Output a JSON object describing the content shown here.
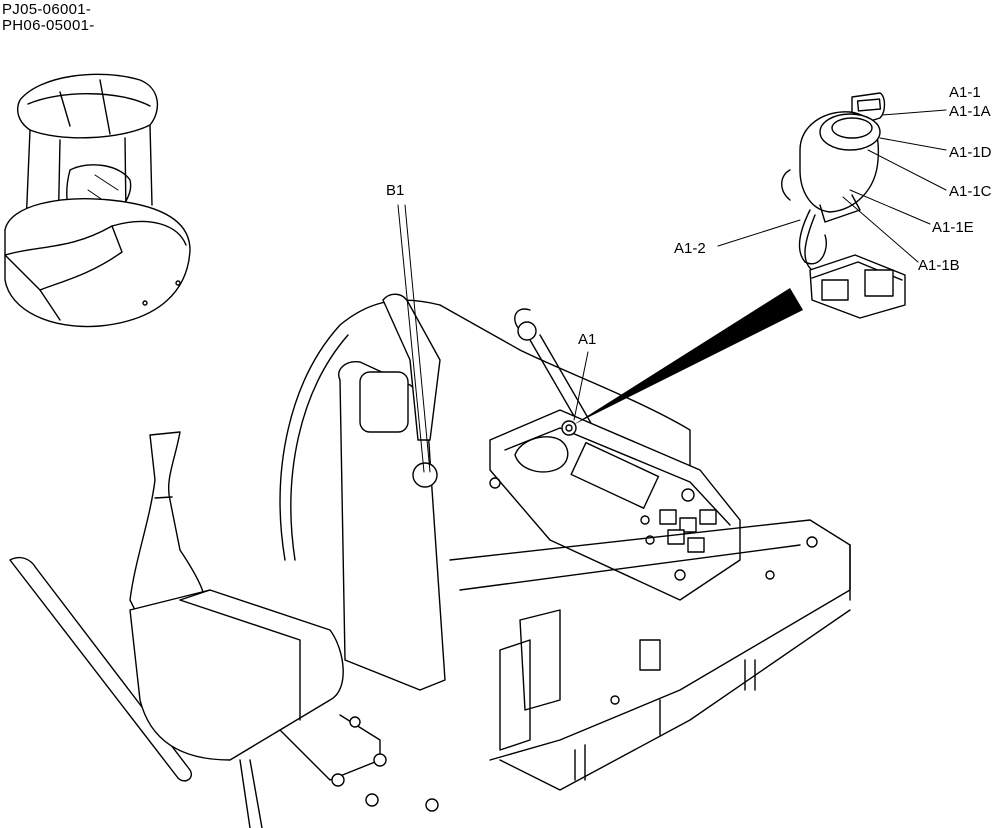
{
  "header": {
    "serial_lines": [
      "PJ05-06001-",
      "PH06-05001-"
    ]
  },
  "callouts": {
    "b1": "B1",
    "a1": "A1",
    "a1_1": "A1-1",
    "a1_1a": "A1-1A",
    "a1_1d": "A1-1D",
    "a1_1c": "A1-1C",
    "a1_1e": "A1-1E",
    "a1_1b": "A1-1B",
    "a1_2": "A1-2"
  },
  "colors": {
    "ink": "#000000",
    "paper": "#ffffff"
  }
}
